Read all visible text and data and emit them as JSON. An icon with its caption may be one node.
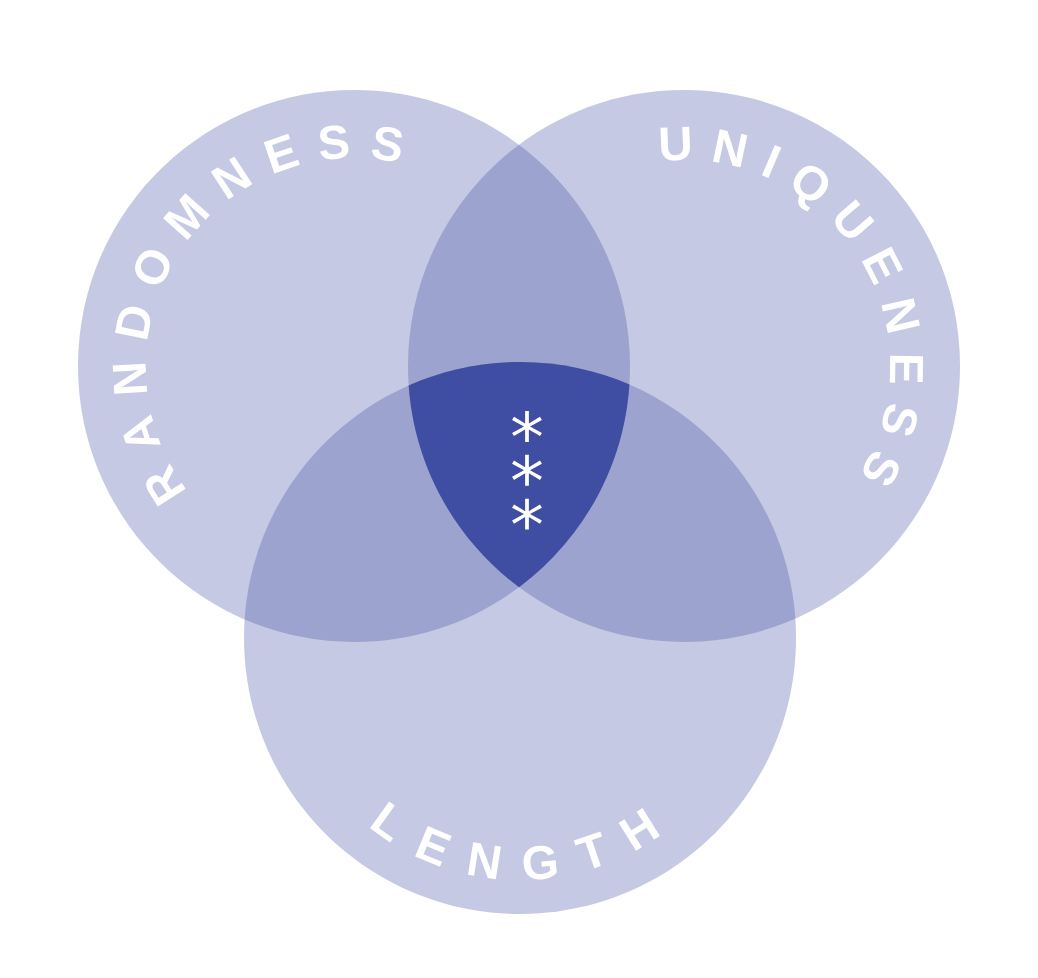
{
  "diagram": {
    "nodes": [
      {
        "text": [
          "RANDOMNESS"
        ]
      },
      {
        "text": [
          "UNIQUENESS"
        ]
      },
      {
        "text": [
          "LENGTH"
        ]
      },
      {
        "text": [
          "* * *"
        ]
      }
    ]
  }
}
